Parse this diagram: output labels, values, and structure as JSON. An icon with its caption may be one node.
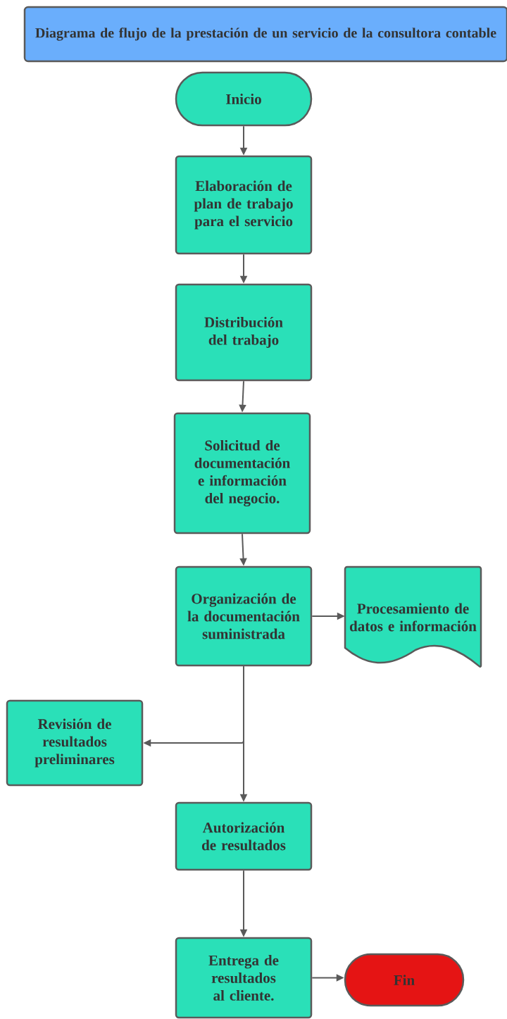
{
  "diagram": {
    "title": "Diagrama de flujo de la prestación de un servicio de la consultora contable",
    "nodes": [
      {
        "text": [
          "Inicio"
        ]
      },
      {
        "text": [
          "Elaboración de plan de trabajo para el servicio"
        ]
      },
      {
        "text": [
          "Distribución del trabajo"
        ]
      },
      {
        "text": [
          "Solicitud de documentación e información del negocio."
        ]
      },
      {
        "text": [
          "Organización de la documentación suministrada"
        ]
      },
      {
        "text": [
          "Procesamiento de datos e información"
        ]
      },
      {
        "text": [
          "Revisión de resultados preliminares"
        ]
      },
      {
        "text": [
          "Autorización de resultados"
        ]
      },
      {
        "text": [
          "Entrega de resultados al cliente."
        ]
      },
      {
        "text": [
          "Fin"
        ]
      }
    ],
    "edges": [
      {
        "from": 0,
        "to": 1,
        "arrow": "to"
      },
      {
        "from": 1,
        "to": 2,
        "arrow": "to"
      },
      {
        "from": 2,
        "to": 3,
        "arrow": "to"
      },
      {
        "from": 3,
        "to": 4,
        "arrow": "to"
      },
      {
        "from": 4,
        "to": 5,
        "arrow": "to"
      },
      {
        "from": 4,
        "to": 6,
        "arrow": "to"
      },
      {
        "from": 4,
        "to": 7,
        "arrow": "to"
      },
      {
        "from": 7,
        "to": 8,
        "arrow": "to"
      },
      {
        "from": 8,
        "to": 9,
        "arrow": "to"
      }
    ]
  }
}
